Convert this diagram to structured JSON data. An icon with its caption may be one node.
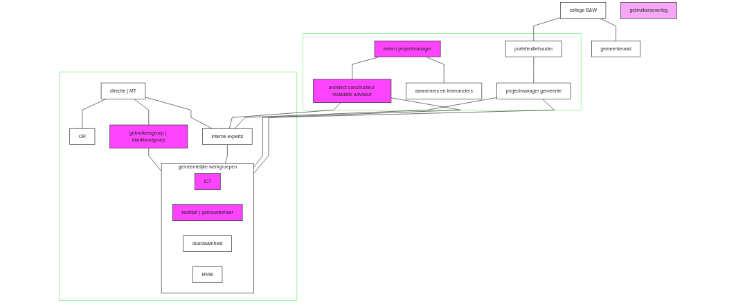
{
  "diagram": {
    "nodes": [
      {
        "text": [
          "college B&W"
        ]
      },
      {
        "text": [
          "gemeenteraad"
        ]
      },
      {
        "text": [],
        "shape": "box"
      },
      {
        "text": [
          "portefeuillehouder"
        ],
        "in": 2
      },
      {
        "text": [
          "projectmanager gemeente"
        ],
        "in": 2
      },
      {
        "text": [
          "extern projectmanager"
        ],
        "in": 2
      },
      {
        "text": [
          "aannemers en leveranciers"
        ],
        "in": 2
      },
      {
        "text": [
          "architect constructeur installatie adviseur"
        ],
        "in": 2
      },
      {
        "text": [],
        "shape": "box"
      },
      {
        "text": [
          "directie | MT"
        ],
        "in": 8
      },
      {
        "text": [
          "OR"
        ],
        "in": 8
      },
      {
        "text": [
          "interne experts"
        ],
        "in": 8
      },
      {
        "text": [
          "gebruikersgroep | klankbordgroep"
        ],
        "in": 8
      },
      {
        "text": [
          "gemeentelijke werkgroepen"
        ],
        "in": 8
      },
      {
        "text": [
          "ICT"
        ],
        "in": 13
      },
      {
        "text": [
          "facilitair | gebouwbeheer"
        ],
        "in": 13
      },
      {
        "text": [
          "duurzaamheid"
        ],
        "in": 13
      },
      {
        "text": [
          "HNW"
        ],
        "in": 13
      },
      {
        "text": [
          "gebruikersoverleg"
        ]
      }
    ],
    "edges": [
      {
        "from": 0,
        "to": 3,
        "arrow": "none"
      },
      {
        "from": 0,
        "to": 1,
        "arrow": "none"
      },
      {
        "from": 3,
        "to": 4,
        "arrow": "none"
      },
      {
        "from": 5,
        "to": 6,
        "arrow": "none"
      },
      {
        "from": 5,
        "to": 7,
        "arrow": "none"
      },
      {
        "from": 4,
        "to": 11,
        "arrow": "none"
      },
      {
        "from": 4,
        "to": 13,
        "arrow": "none"
      },
      {
        "from": 7,
        "to": 11,
        "arrow": "none"
      },
      {
        "from": 7,
        "to": 13,
        "arrow": "none"
      },
      {
        "from": 9,
        "to": 10,
        "arrow": "none"
      },
      {
        "from": 9,
        "to": 11,
        "arrow": "none"
      },
      {
        "from": 9,
        "to": 12,
        "arrow": "none"
      },
      {
        "from": 11,
        "to": 13,
        "arrow": "none"
      },
      {
        "from": 12,
        "to": 13,
        "arrow": "none"
      }
    ]
  }
}
